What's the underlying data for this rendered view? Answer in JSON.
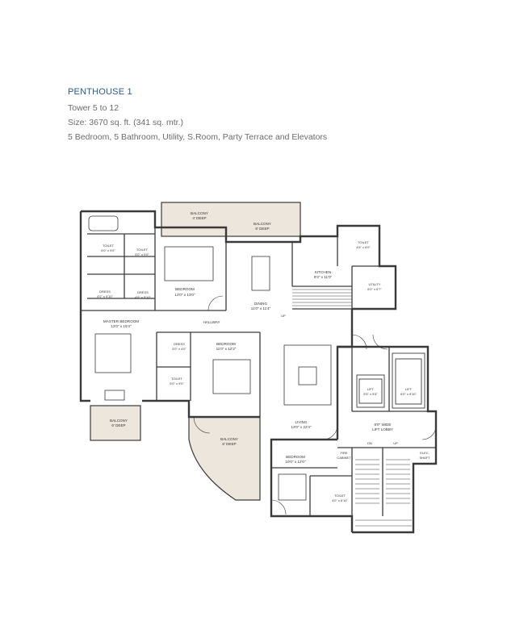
{
  "header": {
    "title": "PENTHOUSE 1",
    "tower": "Tower 5 to 12",
    "size": "Size: 3670 sq. ft. (341 sq. mtr.)",
    "description": "5 Bedroom, 5 Bathroom, Utility, S.Room, Party Terrace and Elevators"
  },
  "rooms": {
    "balcony_top_left_name": "BALCONY",
    "balcony_top_left_dim": "4' DEEP",
    "balcony_top_right_name": "BALCONY",
    "balcony_top_right_dim": "6' DEEP",
    "toilet1_name": "TOILET",
    "toilet1_dim": "6'0\" x 9'0\"",
    "toilet2_name": "TOILET",
    "toilet2_dim": "5'0\" x 9'0\"",
    "bedroom1_name": "BEDROOM",
    "bedroom1_dim": "12'0\" x 13'0\"",
    "dress1_name": "DRESS",
    "dress1_dim": "4'0\" x 5'10\"",
    "dress2_name": "DRESS",
    "dress2_dim": "4'5\" x 5'10\"",
    "dining_name": "DINING",
    "dining_dim": "11'0\" x 11'4\"",
    "kitchen_name": "KITCHEN",
    "kitchen_dim": "9'3\" x 11'0\"",
    "toilet3_name": "TOILET",
    "toilet3_dim": "4'6\" x 6'0\"",
    "utility_name": "UTILITY",
    "utility_dim": "6'0\" x 6'7\"",
    "up_label": "UP",
    "hallway_name": "HALLWAY",
    "master_name": "MASTER BEDROOM",
    "master_dim": "12'0\" x 15'4\"",
    "dress3_name": "DRESS",
    "dress3_dim": "5'0\" x 4'0\"",
    "bedroom2_name": "BEDROOM",
    "bedroom2_dim": "11'0\" x 12'2\"",
    "toilet4_name": "TOILET",
    "toilet4_dim": "5'0\" x 9'0\"",
    "lift1_name": "LIFT",
    "lift1_dim": "5'5\" x 5'5\"",
    "lift2_name": "LIFT",
    "lift2_dim": "6'0\" x 9'10\"",
    "balcony_left_name": "BALCONY",
    "balcony_left_dim": "6' DEEP",
    "balcony_bottom_name": "BALCONY",
    "balcony_bottom_dim": "6' DEEP",
    "living_name": "LIVING",
    "living_dim": "13'0\" x 22'4\"",
    "lobby_line1": "6'0\" WIDE",
    "lobby_line2": "LIFT LOBBY",
    "dn_label": "DN",
    "up2_label": "UP",
    "fire_line1": "FIRE",
    "fire_line2": "CABINET",
    "elec_line1": "ELEC.",
    "elec_line2": "SHAFT",
    "bedroom3_name": "BEDROOM",
    "bedroom3_dim": "10'0\" x 12'0\"",
    "toilet5_name": "TOILET",
    "toilet5_dim": "4'0\" x 6'10\""
  },
  "colors": {
    "wall": "#3a3a3a",
    "balcony_fill": "#ece6dc",
    "title": "#2b5a8a",
    "subtitle": "#6b6b6b"
  }
}
